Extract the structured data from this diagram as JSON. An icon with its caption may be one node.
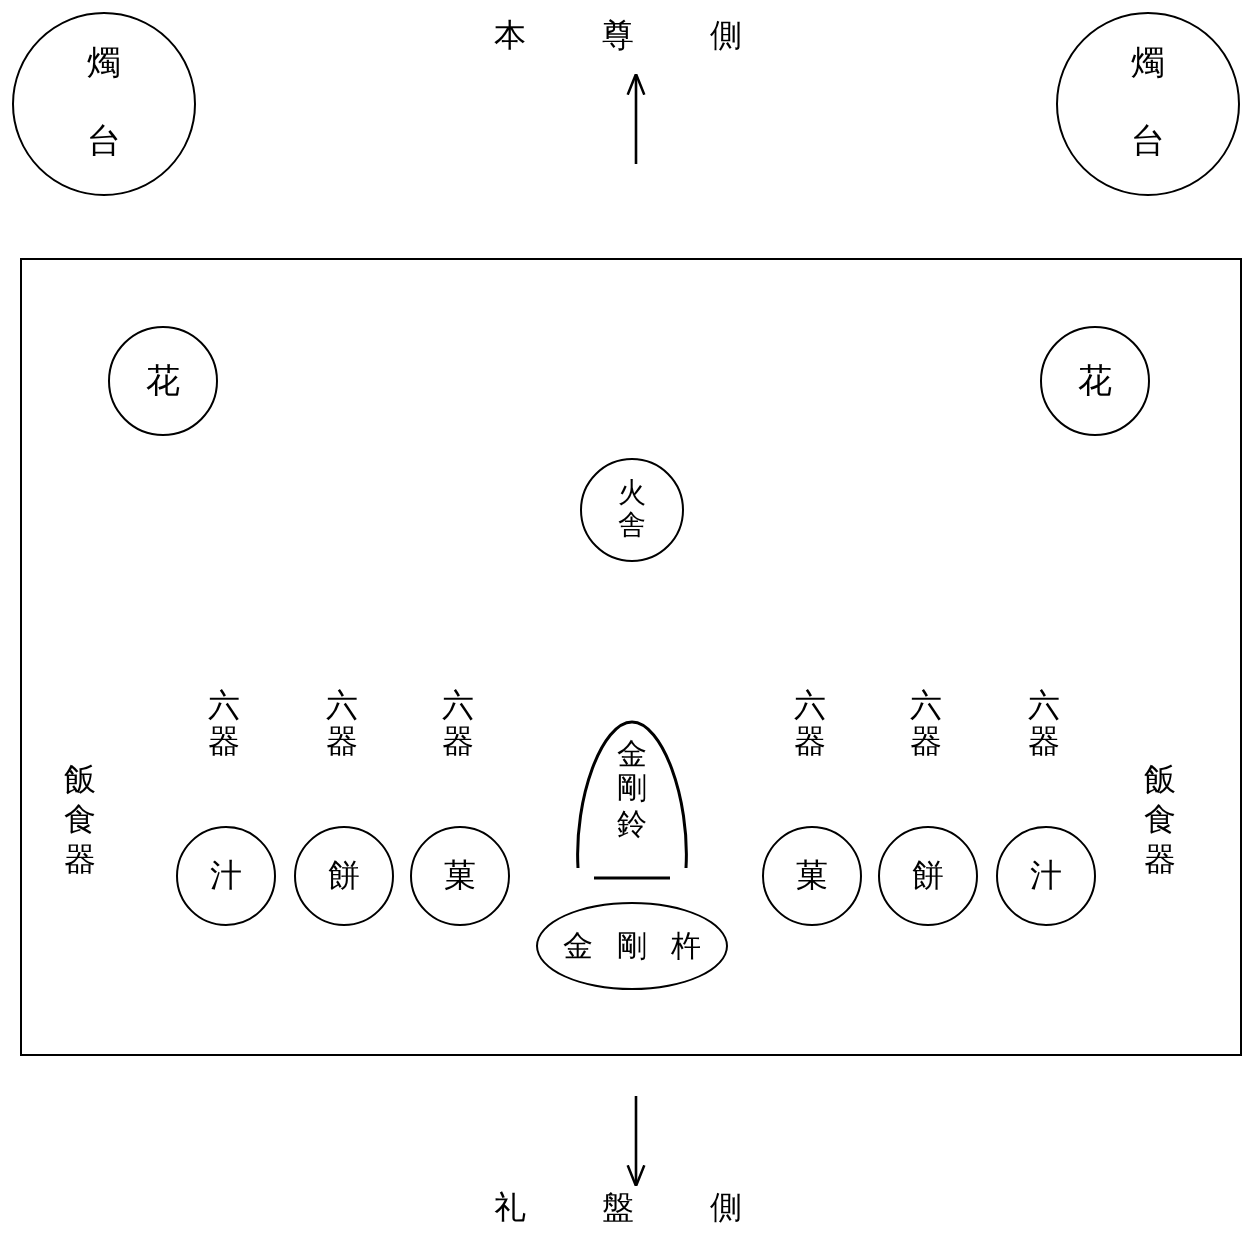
{
  "diagram": {
    "nodes": [
      {
        "text": [
          "燭台"
        ]
      },
      {
        "text": [
          "燭台"
        ]
      },
      {
        "text": [],
        "shape": "box"
      },
      {
        "text": [
          "花"
        ],
        "in": 2
      },
      {
        "text": [
          "花"
        ],
        "in": 2
      },
      {
        "text": [
          "火舎"
        ],
        "in": 2
      },
      {
        "text": [
          "汁"
        ],
        "in": 2
      },
      {
        "text": [
          "餅"
        ],
        "in": 2
      },
      {
        "text": [
          "菓"
        ],
        "in": 2
      },
      {
        "text": [
          "金剛鈴"
        ],
        "in": 2
      },
      {
        "text": [
          "金剛杵"
        ],
        "in": 2
      },
      {
        "text": [
          "菓"
        ],
        "in": 2
      },
      {
        "text": [
          "餅"
        ],
        "in": 2
      },
      {
        "text": [
          "汁"
        ],
        "in": 2
      }
    ],
    "labels": [
      "本尊側",
      "六器",
      "六器",
      "六器",
      "六器",
      "六器",
      "六器",
      "飯食器",
      "飯食器",
      "礼盤側"
    ]
  }
}
